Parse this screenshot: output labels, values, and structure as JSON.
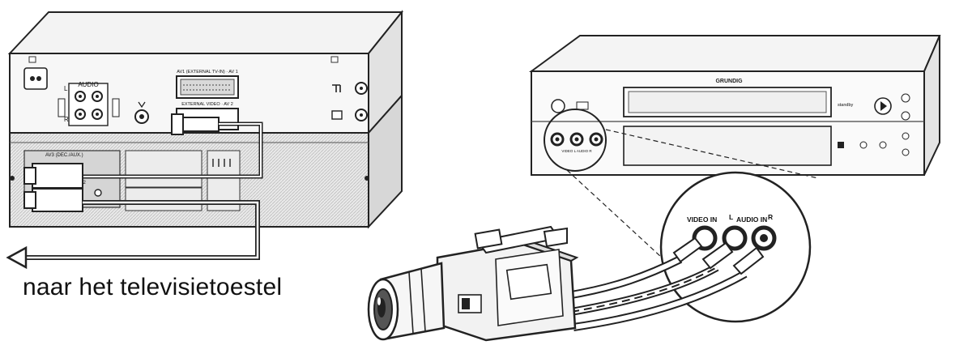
{
  "caption": "naar het televisietoestel",
  "left_unit": {
    "audio_label": "AUDIO",
    "audio_left_label": "L",
    "audio_right_label": "R",
    "av1_label": "AV1 (EXTERNAL TV-IN) · AV 1",
    "av2_label": "EXTERNAL VIDEO · AV 2",
    "slot_label": "AV3 (DEC./AUX.)",
    "port_label": "AV2"
  },
  "right_unit": {
    "brand": "GRUNDIG",
    "button_label": "standby",
    "front_jacks_label": "VIDEO L AUDIO R"
  },
  "zoom": {
    "video_in_label": "VIDEO IN",
    "l_label": "L",
    "audio_in_label": "AUDIO IN",
    "r_label": "R"
  }
}
